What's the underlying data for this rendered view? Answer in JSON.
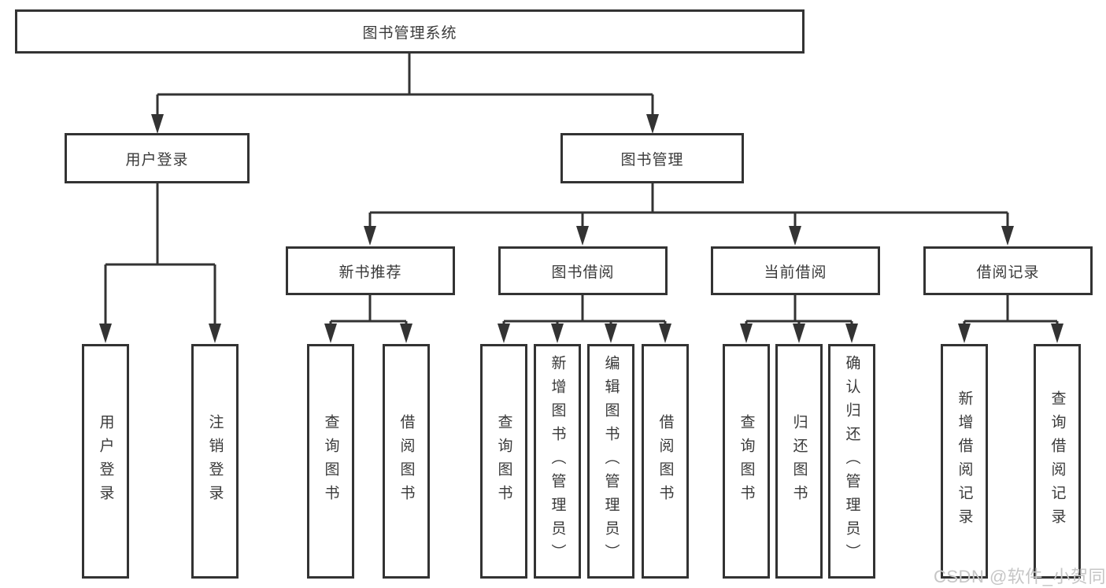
{
  "diagram": {
    "nodes": {
      "root": "图书管理系统",
      "user_login": "用户登录",
      "book_mgmt": "图书管理",
      "new_book": "新书推荐",
      "book_borrow": "图书借阅",
      "current_borrow": "当前借阅",
      "borrow_records": "借阅记录"
    },
    "leaves": {
      "user": [
        "用户登录",
        "注销登录"
      ],
      "new_book": [
        "查询图书",
        "借阅图书"
      ],
      "book_borrow": [
        "查询图书",
        "新增图书（管理员）",
        "编辑图书（管理员）",
        "借阅图书"
      ],
      "current_borrow": [
        "查询图书",
        "归还图书",
        "确认归还（管理员）"
      ],
      "borrow_records": [
        "新增借阅记录",
        "查询借阅记录"
      ]
    }
  },
  "watermark": "CSDN @软件_小贺同学",
  "colors": {
    "line": "#333333",
    "text": "#3a3a3a",
    "watermark": "#c6c6c6",
    "background": "#ffffff"
  }
}
